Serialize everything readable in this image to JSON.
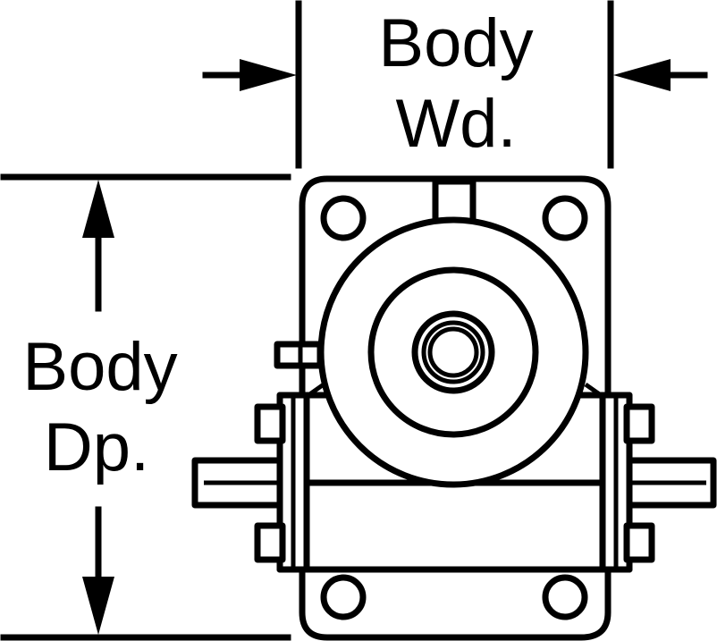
{
  "labels": {
    "width_line1": "Body",
    "width_line2": "Wd.",
    "depth_line1": "Body",
    "depth_line2": "Dp."
  }
}
